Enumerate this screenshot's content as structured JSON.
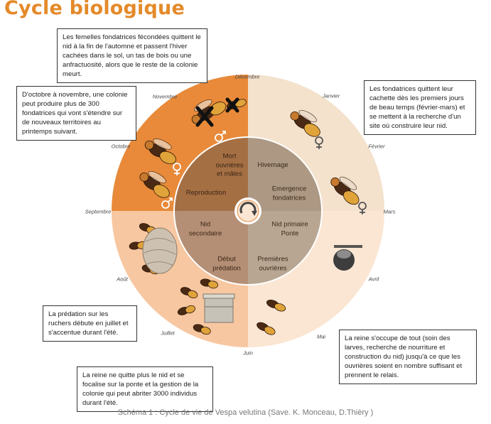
{
  "title": "Cycle biologique",
  "months": [
    "Décembre",
    "Janvier",
    "Février",
    "Mars",
    "Avril",
    "Mai",
    "Juin",
    "Juillet",
    "Août",
    "Septembre",
    "Octobre",
    "Novembre"
  ],
  "inner_labels": {
    "top_left": [
      "Mort",
      "ouvrières",
      "et mâles"
    ],
    "reproduction": "Reproduction",
    "hivernage": "Hivernage",
    "emergence": [
      "Emergence",
      "fondatrices"
    ],
    "nid_secondaire": [
      "Nid",
      "secondaire"
    ],
    "nid_primaire": [
      "Nid primaire",
      "Ponte"
    ],
    "debut_predation": [
      "Début",
      "prédation"
    ],
    "premieres_ouvrieres": [
      "Premières",
      "ouvrières"
    ]
  },
  "callouts": {
    "top": "Les femelles fondatrices fécondées quittent le nid à la fin de l'automne et passent l'hiver cachées dans le sol, un tas de bois ou une anfractuosité, alors que le reste de la colonie meurt.",
    "left": "D'octobre à novembre, une colonie peut produire plus de 300 fondatrices qui vont s'étendre sur de nouveaux territoires au printemps suivant.",
    "right": "Les fondatrices quittent leur cachette dès les premiers jours de beau temps (février-mars) et se mettent à la recherche d'un site où construire leur nid.",
    "predation": "La prédation sur les ruchers débute en juillet et s'accentue durant l'été.",
    "queen_bottom_right": "La reine s'occupe de tout (soin des larves, recherche de nourriture et construction du nid) jusqu'à ce que les ouvrières soient en nombre suffisant et prennent le relais.",
    "queen_bottom": "La reine ne quitte plus le nid et se focalise sur la ponte et la gestion de la colonie qui peut abriter 3000 individus durant l'été."
  },
  "caption": "Schéma 1 : Cycle de vie de Vespa velutina (Save. K. Monceau, D.Thièry )",
  "colors": {
    "title": "#e48a2a",
    "autumn": "#e88a3a",
    "winter": "#f4e2cd",
    "summer": "#f7c7a1",
    "spring": "#fbe6d3",
    "inner_tl": "#a56f44",
    "inner_tr": "#ac9883",
    "inner_bl": "#b48f75",
    "inner_br": "#b8a693"
  }
}
